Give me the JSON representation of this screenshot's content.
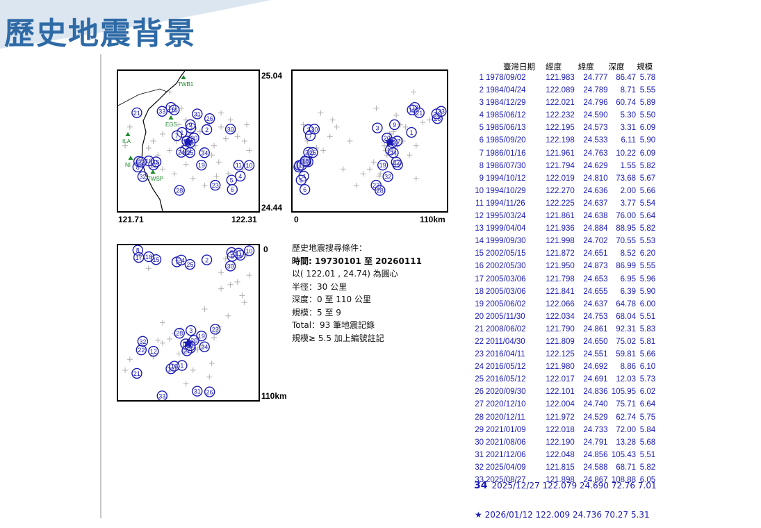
{
  "page": {
    "title": "歷史地震背景"
  },
  "map_panel": {
    "lat_top": "25.04",
    "lat_bottom": "24.44",
    "lon_left": "121.71",
    "lon_right": "122.31",
    "stations": [
      "TWB1",
      "EGS",
      "ILA",
      "NI",
      "TWSP"
    ]
  },
  "section_panel": {
    "left_label": "0",
    "right_label": "110km"
  },
  "depth_panel": {
    "top_label": "0",
    "bottom_label": "110km"
  },
  "criteria": {
    "line1": "歷史地震搜尋條件：",
    "line2": "時間: 19730101 至 20260111",
    "line3": "以( 122.01 , 24.74) 為圓心",
    "line4": "半徑：30 公里",
    "line5": "深度：0 至 110 公里",
    "line6": "規模：5 至 9",
    "line7": "Total：93 筆地震記錄",
    "line8": "規模≥ 5.5 加上編號註記"
  },
  "table": {
    "headers": [
      "臺灣日期",
      "經度",
      "緯度",
      "深度",
      "規模"
    ],
    "rows": [
      [
        "1",
        "1978/09/02",
        "121.983",
        "24.777",
        "86.47",
        "5.78"
      ],
      [
        "2",
        "1984/04/24",
        "122.089",
        "24.789",
        "8.71",
        "5.55"
      ],
      [
        "3",
        "1984/12/29",
        "122.021",
        "24.796",
        "60.74",
        "5.89"
      ],
      [
        "4",
        "1985/06/12",
        "122.232",
        "24.590",
        "5.30",
        "5.50"
      ],
      [
        "5",
        "1985/06/13",
        "122.195",
        "24.573",
        "3.31",
        "6.09"
      ],
      [
        "6",
        "1985/09/20",
        "122.198",
        "24.533",
        "6.11",
        "5.90"
      ],
      [
        "7",
        "1986/01/16",
        "121.961",
        "24.763",
        "10.22",
        "6.09"
      ],
      [
        "8",
        "1986/07/30",
        "121.794",
        "24.629",
        "1.55",
        "5.82"
      ],
      [
        "9",
        "1994/10/12",
        "122.019",
        "24.810",
        "73.68",
        "5.67"
      ],
      [
        "10",
        "1994/10/29",
        "122.270",
        "24.636",
        "2.00",
        "5.66"
      ],
      [
        "11",
        "1994/11/26",
        "122.225",
        "24.637",
        "3.77",
        "5.54"
      ],
      [
        "12",
        "1995/03/24",
        "121.861",
        "24.638",
        "76.00",
        "5.64"
      ],
      [
        "13",
        "1999/04/04",
        "121.936",
        "24.884",
        "88.95",
        "5.82"
      ],
      [
        "14",
        "1999/09/30",
        "121.998",
        "24.702",
        "70.55",
        "5.53"
      ],
      [
        "15",
        "2002/05/15",
        "121.872",
        "24.651",
        "8.52",
        "6.20"
      ],
      [
        "16",
        "2002/05/30",
        "121.950",
        "24.873",
        "86.99",
        "5.55"
      ],
      [
        "17",
        "2005/03/06",
        "121.798",
        "24.653",
        "6.95",
        "5.96"
      ],
      [
        "18",
        "2005/03/06",
        "121.841",
        "24.655",
        "6.39",
        "5.90"
      ],
      [
        "19",
        "2005/06/02",
        "122.066",
        "24.637",
        "64.78",
        "6.00"
      ],
      [
        "20",
        "2005/11/30",
        "122.034",
        "24.753",
        "68.04",
        "5.51"
      ],
      [
        "21",
        "2008/06/02",
        "121.790",
        "24.861",
        "92.31",
        "5.83"
      ],
      [
        "22",
        "2011/04/30",
        "121.809",
        "24.650",
        "75.02",
        "5.81"
      ],
      [
        "23",
        "2016/04/11",
        "122.125",
        "24.551",
        "59.81",
        "5.66"
      ],
      [
        "24",
        "2016/05/12",
        "121.980",
        "24.692",
        "8.86",
        "6.10"
      ],
      [
        "25",
        "2016/05/12",
        "122.017",
        "24.691",
        "12.03",
        "5.73"
      ],
      [
        "26",
        "2020/09/30",
        "122.101",
        "24.836",
        "105.95",
        "6.02"
      ],
      [
        "27",
        "2020/12/10",
        "122.004",
        "24.740",
        "75.71",
        "6.64"
      ],
      [
        "28",
        "2020/12/11",
        "121.972",
        "24.529",
        "62.74",
        "5.75"
      ],
      [
        "29",
        "2021/01/09",
        "122.018",
        "24.733",
        "72.00",
        "5.84"
      ],
      [
        "30",
        "2021/08/06",
        "122.190",
        "24.791",
        "13.28",
        "5.68"
      ],
      [
        "31",
        "2021/12/06",
        "122.048",
        "24.856",
        "105.43",
        "5.51"
      ],
      [
        "32",
        "2025/04/09",
        "121.815",
        "24.588",
        "68.71",
        "5.82"
      ],
      [
        "33",
        "2025/08/27",
        "121.898",
        "24.867",
        "108.88",
        "6.05"
      ]
    ],
    "row34": {
      "no": "34",
      "text": "2025/12/27  122.079  24.690  72.76  7.01"
    },
    "star_row": "★ 2026/01/12  122.009  24.736  70.27  5.31"
  },
  "chart_data": {
    "type": "scatter",
    "title": "",
    "xlabel": "",
    "ylabel": "",
    "xlim": [
      121.71,
      122.31
    ],
    "ylim": [
      24.44,
      25.04
    ],
    "depth_lim": [
      0,
      110
    ],
    "marker_color": "#1a1ab4",
    "background_color": "#b0b0b0",
    "mainshock": {
      "lon": 122.009,
      "lat": 24.736,
      "depth": 70.27,
      "mag": 5.31
    },
    "background": [
      [
        121.93,
        24.95,
        88
      ],
      [
        121.98,
        24.88,
        60
      ],
      [
        122.05,
        24.85,
        75
      ],
      [
        122.1,
        24.82,
        95
      ],
      [
        122.15,
        24.8,
        30
      ],
      [
        122.2,
        24.78,
        12
      ],
      [
        122.22,
        24.76,
        25
      ],
      [
        122.25,
        24.74,
        40
      ],
      [
        122.17,
        24.75,
        8
      ],
      [
        122.12,
        24.72,
        66
      ],
      [
        121.9,
        24.77,
        70
      ],
      [
        121.86,
        24.74,
        80
      ],
      [
        121.84,
        24.71,
        15
      ],
      [
        121.88,
        24.68,
        68
      ],
      [
        121.8,
        24.66,
        6
      ],
      [
        122.07,
        24.7,
        72
      ],
      [
        122.11,
        24.68,
        85
      ],
      [
        122.14,
        24.65,
        58
      ],
      [
        122.18,
        24.6,
        50
      ],
      [
        122.24,
        24.62,
        35
      ],
      [
        122.27,
        24.7,
        20
      ],
      [
        122.0,
        24.64,
        74
      ],
      [
        121.95,
        24.6,
        63
      ],
      [
        121.9,
        24.62,
        55
      ],
      [
        122.03,
        24.58,
        90
      ],
      [
        122.08,
        24.55,
        45
      ],
      [
        122.13,
        24.59,
        62
      ],
      [
        121.97,
        24.81,
        78
      ],
      [
        122.02,
        24.77,
        71
      ],
      [
        121.99,
        24.72,
        76
      ],
      [
        122.04,
        24.72,
        69
      ],
      [
        121.93,
        24.7,
        67
      ],
      [
        122.06,
        24.78,
        73
      ],
      [
        121.96,
        24.74,
        8
      ],
      [
        122.0,
        24.83,
        100
      ],
      [
        122.15,
        24.86,
        18
      ],
      [
        122.19,
        24.83,
        27
      ],
      [
        122.26,
        24.81,
        5
      ],
      [
        121.76,
        24.8,
        82
      ],
      [
        121.74,
        24.72,
        90
      ]
    ],
    "series": [
      {
        "id": "1",
        "lon": 121.983,
        "lat": 24.777,
        "depth": 86.47
      },
      {
        "id": "2",
        "lon": 122.089,
        "lat": 24.789,
        "depth": 8.71
      },
      {
        "id": "3",
        "lon": 122.021,
        "lat": 24.796,
        "depth": 60.74
      },
      {
        "id": "4",
        "lon": 122.232,
        "lat": 24.59,
        "depth": 5.3
      },
      {
        "id": "5",
        "lon": 122.195,
        "lat": 24.573,
        "depth": 3.31
      },
      {
        "id": "6",
        "lon": 122.198,
        "lat": 24.533,
        "depth": 6.11
      },
      {
        "id": "7",
        "lon": 121.961,
        "lat": 24.763,
        "depth": 10.22
      },
      {
        "id": "8",
        "lon": 121.794,
        "lat": 24.629,
        "depth": 1.55
      },
      {
        "id": "9",
        "lon": 122.019,
        "lat": 24.81,
        "depth": 73.68
      },
      {
        "id": "10",
        "lon": 122.27,
        "lat": 24.636,
        "depth": 2.0
      },
      {
        "id": "11",
        "lon": 122.225,
        "lat": 24.637,
        "depth": 3.77
      },
      {
        "id": "12",
        "lon": 121.861,
        "lat": 24.638,
        "depth": 76.0
      },
      {
        "id": "13",
        "lon": 121.936,
        "lat": 24.884,
        "depth": 88.95
      },
      {
        "id": "14",
        "lon": 121.998,
        "lat": 24.702,
        "depth": 70.55
      },
      {
        "id": "15",
        "lon": 121.872,
        "lat": 24.651,
        "depth": 8.52
      },
      {
        "id": "16",
        "lon": 121.95,
        "lat": 24.873,
        "depth": 86.99
      },
      {
        "id": "17",
        "lon": 121.798,
        "lat": 24.653,
        "depth": 6.95
      },
      {
        "id": "18",
        "lon": 121.841,
        "lat": 24.655,
        "depth": 6.39
      },
      {
        "id": "19",
        "lon": 122.066,
        "lat": 24.637,
        "depth": 64.78
      },
      {
        "id": "20",
        "lon": 122.034,
        "lat": 24.753,
        "depth": 68.04
      },
      {
        "id": "21",
        "lon": 121.79,
        "lat": 24.861,
        "depth": 92.31
      },
      {
        "id": "22",
        "lon": 121.809,
        "lat": 24.65,
        "depth": 75.02
      },
      {
        "id": "23",
        "lon": 122.125,
        "lat": 24.551,
        "depth": 59.81
      },
      {
        "id": "24",
        "lon": 121.98,
        "lat": 24.692,
        "depth": 8.86
      },
      {
        "id": "25",
        "lon": 122.017,
        "lat": 24.691,
        "depth": 12.03
      },
      {
        "id": "26",
        "lon": 122.101,
        "lat": 24.836,
        "depth": 105.95
      },
      {
        "id": "27",
        "lon": 122.004,
        "lat": 24.74,
        "depth": 75.71
      },
      {
        "id": "28",
        "lon": 121.972,
        "lat": 24.529,
        "depth": 62.74
      },
      {
        "id": "29",
        "lon": 122.018,
        "lat": 24.733,
        "depth": 72.0
      },
      {
        "id": "30",
        "lon": 122.19,
        "lat": 24.791,
        "depth": 13.28
      },
      {
        "id": "31",
        "lon": 122.048,
        "lat": 24.856,
        "depth": 105.43
      },
      {
        "id": "32",
        "lon": 121.815,
        "lat": 24.588,
        "depth": 68.71
      },
      {
        "id": "33",
        "lon": 121.898,
        "lat": 24.867,
        "depth": 108.88
      },
      {
        "id": "34",
        "lon": 122.079,
        "lat": 24.69,
        "depth": 72.76
      }
    ]
  }
}
